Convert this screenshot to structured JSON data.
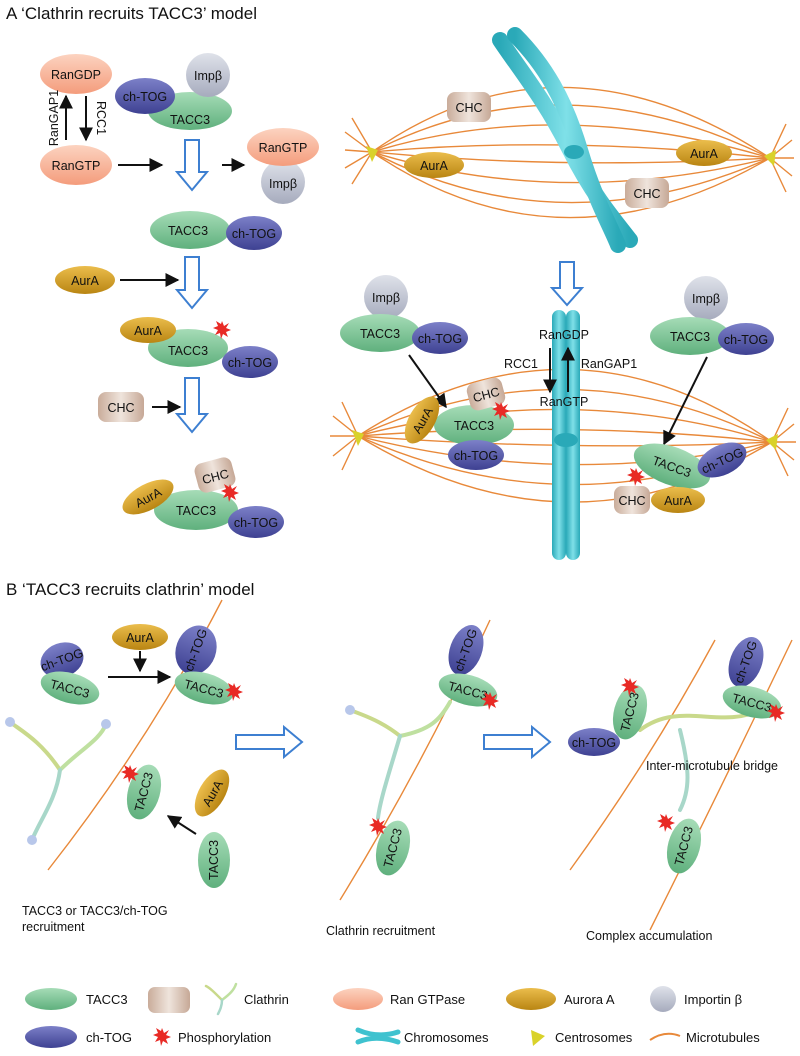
{
  "panel_a": {
    "title": "A ‘Clathrin recruits TACC3’ model",
    "labels": {
      "ran_gdp": "RanGDP",
      "ran_gtp": "RanGTP",
      "ran_gap1": "RanGAP1",
      "rcc1": "RCC1",
      "imp_beta": "Impβ",
      "ch_tog": "ch-TOG",
      "tacc3": "TACC3",
      "aura": "AurA",
      "chc": "CHC"
    }
  },
  "panel_b": {
    "title": "B ‘TACC3 recruits clathrin’ model",
    "caption_1a": "TACC3 or TACC3/ch-TOG",
    "caption_1b": "recruitment",
    "caption_2": "Clathrin recruitment",
    "caption_3": "Complex accumulation",
    "bridge_label": "Inter-microtubule bridge"
  },
  "legend": {
    "tacc3": "TACC3",
    "clathrin": "Clathrin",
    "ran": "Ran GTPase",
    "aurora": "Aurora A",
    "importin": "Importin β",
    "chtog": "ch-TOG",
    "phospho": "Phosphorylation",
    "chromosomes": "Chromosomes",
    "centrosomes": "Centrosomes",
    "microtubules": "Microtubules"
  },
  "colors": {
    "tacc3": "#82c79b",
    "ch_tog": "#5c5fae",
    "aura": "#d9a227",
    "chc": "#d8c4b8",
    "imp_beta": "#c3c8d6",
    "ran": "#f9bba0",
    "phospho": "#e82a25",
    "microtubule": "#e8893a",
    "chromosome": "#3fc2cf",
    "centrosome": "#d9d22a",
    "arrow_open": "#3d7fd1"
  }
}
